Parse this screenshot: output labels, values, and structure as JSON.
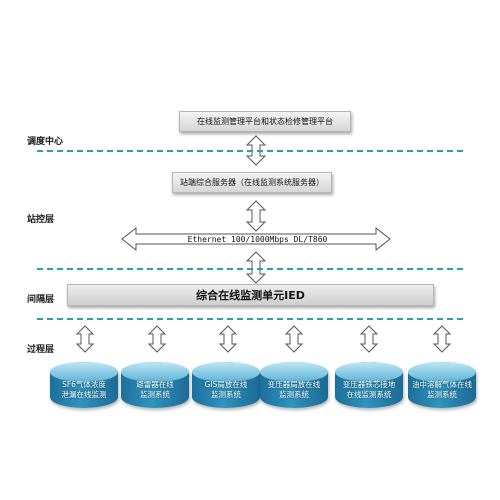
{
  "layers": {
    "dispatch": "调度中心",
    "station_control": "站控层",
    "bay": "间隔层",
    "process": "过程层"
  },
  "top_box": "在线监测管理平台和状态检修管理平台",
  "server_box": "站端综合服务器（在线监测系统服务器）",
  "network_label": "Ethernet 100/1000Mbps  DL/T860",
  "ied_box": "综合在线监测单元IED",
  "subsystems": [
    {
      "line1": "SF6气体浓度",
      "line2": "泄漏在线监测"
    },
    {
      "line1": "避雷器在线",
      "line2": "监测系统"
    },
    {
      "line1": "GIS局放在线",
      "line2": "监测系统"
    },
    {
      "line1": "变压器局放在线",
      "line2": "监测系统"
    },
    {
      "line1": "变压器铁芯接地",
      "line2": "在线监测系统"
    },
    {
      "line1": "油中溶解气体在线",
      "line2": "监测系统"
    }
  ],
  "colors": {
    "dash": "#2aa3a6",
    "cylinder_body": "#2f93c0",
    "cylinder_top": "#bfe6f4"
  }
}
